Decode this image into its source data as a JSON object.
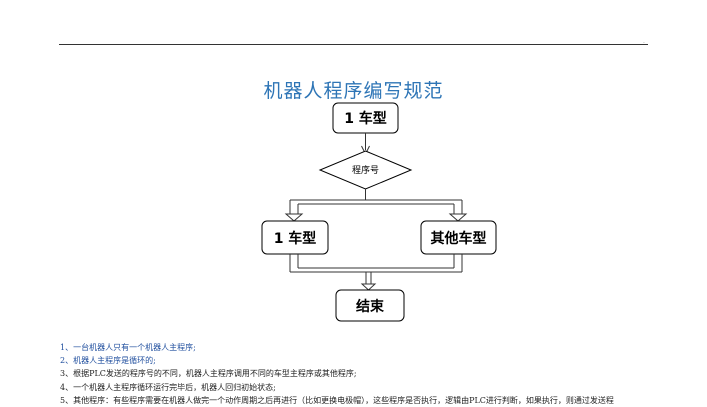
{
  "header": {
    "corner_mark": "."
  },
  "title": "机器人程序编写规范",
  "flowchart": {
    "start": "1 车型",
    "decision": "程序号",
    "branch_left": "1 车型",
    "branch_right": "其他车型",
    "end": "结束"
  },
  "notes": [
    "1、一台机器人只有一个机器人主程序;",
    "2、机器人主程序是循环的;",
    "3、根据PLC发送的程序号的不同，机器人主程序调用不同的车型主程序或其他程序;",
    "4、一个机器人主程序循环运行完毕后，机器人回归初始状态;",
    "5、其他程序：有些程序需要在机器人做完一个动作周期之后再进行（比如更换电极帽），这些程序是否执行，逻辑由PLC进行判断，如果执行，则通过发送程"
  ]
}
